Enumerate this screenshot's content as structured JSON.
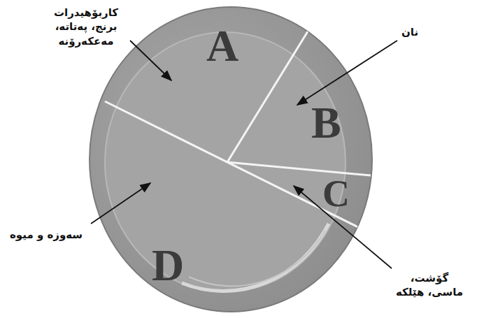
{
  "diagram": {
    "nodes": [
      {
        "text": [
          "A"
        ]
      },
      {
        "text": [
          "B"
        ]
      },
      {
        "text": [
          "C"
        ]
      },
      {
        "text": [
          "D"
        ]
      }
    ],
    "labels": [
      "کاربۆهیدرات برنج، پەتاتە، مەعکەرۆنە",
      "نان",
      "گۆشت، ماسی، هێلکە",
      "سەوزە و میوە"
    ]
  }
}
